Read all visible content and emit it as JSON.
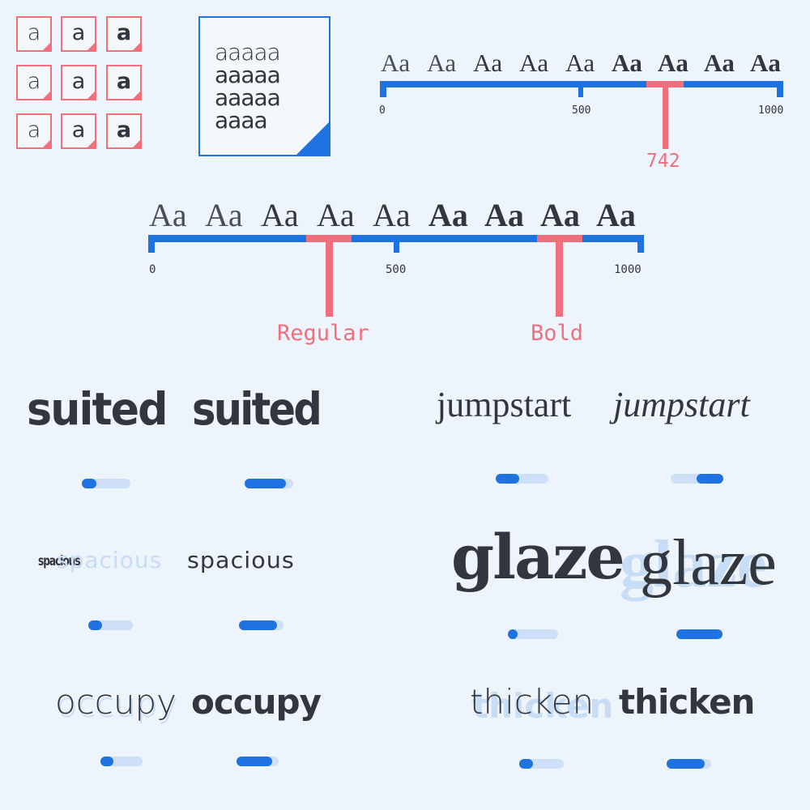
{
  "colors": {
    "accent": "#1f73e0",
    "pink": "#f06f7d",
    "text": "#32363d",
    "ghost": "#c7dcf5",
    "track": "#cde0f7",
    "background": "#eef4fb"
  },
  "icons": {
    "grid_tiles": [
      "a",
      "a",
      "a",
      "a",
      "a",
      "a",
      "a",
      "a",
      "a"
    ],
    "document_rows": [
      "aaaaa",
      "aaaaa",
      "aaaaa",
      "aaaa"
    ]
  },
  "weight_scale_top": {
    "samples": [
      "Aa",
      "Aa",
      "Aa",
      "Aa",
      "Aa",
      "Aa",
      "Aa",
      "Aa",
      "Aa"
    ],
    "ticks": [
      "0",
      "500",
      "1000"
    ],
    "marker_value": "742"
  },
  "weight_scale_middle": {
    "samples": [
      "Aa",
      "Aa",
      "Aa",
      "Aa",
      "Aa",
      "Aa",
      "Aa",
      "Aa",
      "Aa"
    ],
    "ticks": [
      "0",
      "500",
      "1000"
    ],
    "marker_regular": "Regular",
    "marker_bold": "Bold"
  },
  "specimens": {
    "suited": {
      "left": "suited",
      "right": "suited"
    },
    "jumpstart": {
      "left": "jumpstart",
      "right": "jumpstart"
    },
    "spacious": {
      "left": "spacious",
      "middle": "spacious",
      "right": "spacious"
    },
    "glaze": {
      "left": "glaze",
      "right": "glaze",
      "ghost": "glaze"
    },
    "occupy": {
      "left": "occupy",
      "right": "occupy",
      "ghost": "occupy"
    },
    "thicken": {
      "left": "thicken",
      "right": "thicken",
      "ghost": "thicken"
    }
  },
  "sliders": {
    "suited_left": 0.3,
    "suited_right": 0.85,
    "jumpstart_left": 0.45,
    "jumpstart_right": 0.5,
    "spacious_left": 0.3,
    "spacious_right": 0.85,
    "glaze_left": 0.2,
    "glaze_right": 1.0,
    "occupy_left": 0.3,
    "occupy_right": 0.85,
    "thicken_left": 0.3,
    "thicken_right": 0.85
  }
}
